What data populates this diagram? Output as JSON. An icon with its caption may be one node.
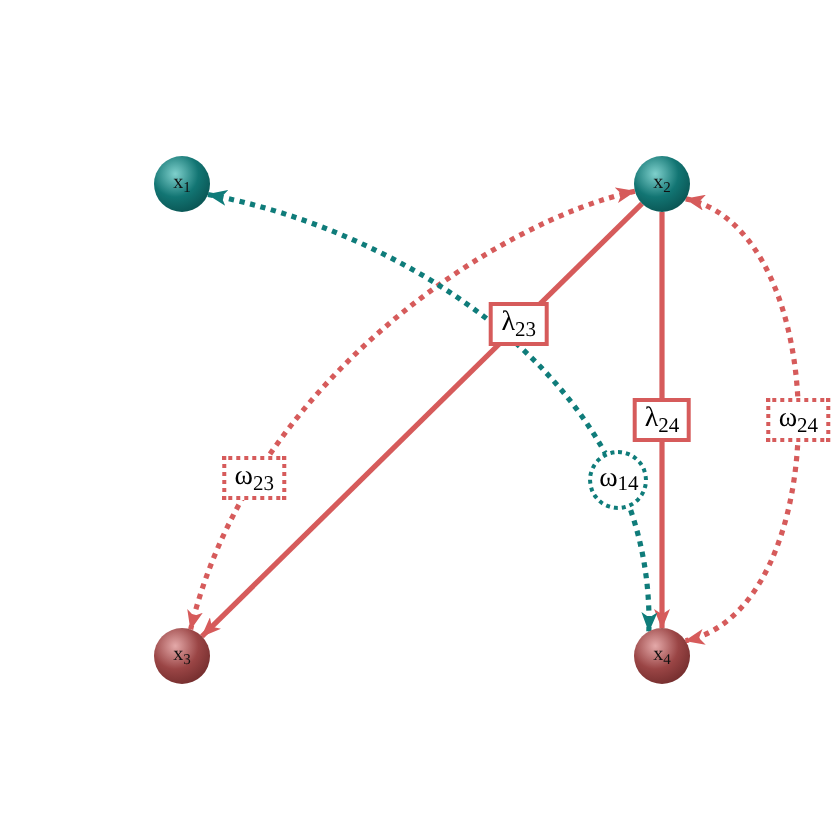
{
  "diagram": {
    "nodes": [
      {
        "text": [
          "x$_{1}$"
        ]
      },
      {
        "text": [
          "x$_{2}$"
        ]
      },
      {
        "text": [
          "x$_{3}$"
        ]
      },
      {
        "text": [
          "x$_{4}$"
        ]
      }
    ],
    "edges": [
      {
        "from": 1,
        "to": 2,
        "arrow": "to",
        "label": "λ$_{23}$"
      },
      {
        "from": 1,
        "to": 3,
        "arrow": "to",
        "label": "λ$_{24}$"
      },
      {
        "from": 1,
        "to": 2,
        "arrow": "both",
        "label": "ω$_{23}$",
        "style": "dashed"
      },
      {
        "from": 0,
        "to": 3,
        "arrow": "both",
        "label": "ω$_{14}$",
        "style": "dashed",
        "color": "#0f7c7a"
      },
      {
        "from": 1,
        "to": 3,
        "arrow": "both",
        "label": "ω$_{24}$",
        "style": "dashed"
      }
    ]
  }
}
